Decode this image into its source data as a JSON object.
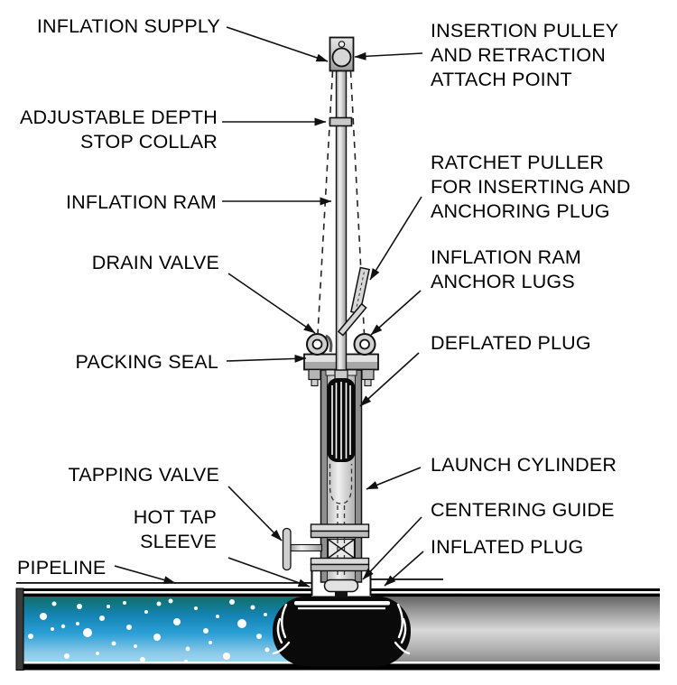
{
  "figure": {
    "description": "Cutaway diagram of an inflatable pipeline plug launch and insertion assembly mounted on a hot tap of a pipeline"
  },
  "labels": {
    "inflation_supply": [
      "INFLATION SUPPLY"
    ],
    "adjustable_depth_stop_collar": [
      "ADJUSTABLE DEPTH",
      "STOP COLLAR"
    ],
    "inflation_ram": [
      "INFLATION RAM"
    ],
    "drain_valve": [
      "DRAIN VALVE"
    ],
    "packing_seal": [
      "PACKING SEAL"
    ],
    "tapping_valve": [
      "TAPPING VALVE"
    ],
    "hot_tap_sleeve": [
      "HOT TAP",
      "SLEEVE"
    ],
    "pipeline": [
      "PIPELINE"
    ],
    "insertion_pulley": [
      "INSERTION PULLEY",
      "AND RETRACTION",
      "ATTACH POINT"
    ],
    "ratchet_puller": [
      "RATCHET PULLER",
      "FOR INSERTING AND",
      "ANCHORING PLUG"
    ],
    "inflation_ram_anchor_lugs": [
      "INFLATION RAM",
      "ANCHOR LUGS"
    ],
    "deflated_plug": [
      "DEFLATED PLUG"
    ],
    "launch_cylinder": [
      "LAUNCH CYLINDER"
    ],
    "centering_guide": [
      "CENTERING GUIDE"
    ],
    "inflated_plug": [
      "INFLATED PLUG"
    ]
  },
  "colors": {
    "line_art": "#111111",
    "metal_light": "#ececec",
    "metal_mid": "#c9c9c9",
    "metal_dark": "#8f8f8f",
    "plug_black": "#0a0a0a",
    "water_teal_top": "#0e6e66",
    "water_blue_mid": "#2b9fd6",
    "water_blue_light": "#a5d6ef",
    "empty_pipe_gray": "#b5b5b5",
    "background": "#ffffff"
  }
}
